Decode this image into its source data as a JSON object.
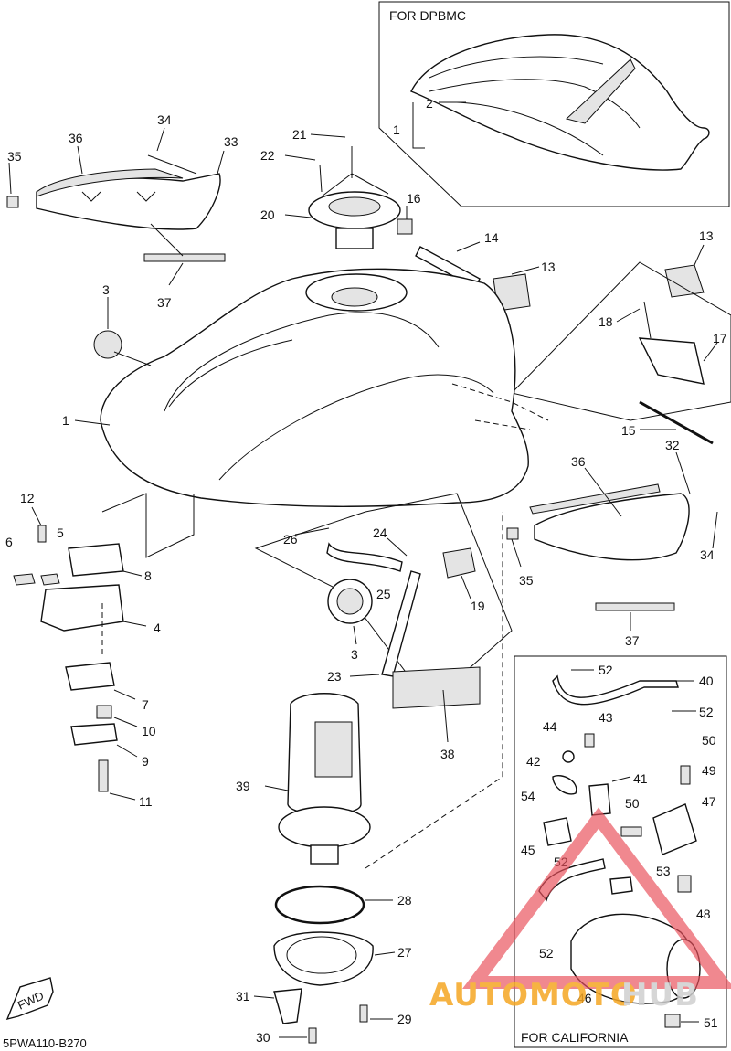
{
  "boxes": {
    "dpbmc_title": "FOR DPBMC",
    "california_title": "FOR CALIFORNIA"
  },
  "diagram_code": "5PWA110-B270",
  "fwd_label": "FWD",
  "watermark": {
    "text_a": "AUTOMOTO",
    "text_b": "HUB",
    "color_a": "#f5a623",
    "color_b": "#cfcfcf",
    "logo_color": "#e8505b"
  },
  "labels": {
    "p1a": "1",
    "p2": "2",
    "p1b": "1",
    "p3a": "3",
    "p3b": "3",
    "p4": "4",
    "p5": "5",
    "p6": "6",
    "p7": "7",
    "p8": "8",
    "p9": "9",
    "p10": "10",
    "p11": "11",
    "p12": "12",
    "p13a": "13",
    "p13b": "13",
    "p14": "14",
    "p15": "15",
    "p16": "16",
    "p17": "17",
    "p18": "18",
    "p19": "19",
    "p20": "20",
    "p21": "21",
    "p22": "22",
    "p23": "23",
    "p24": "24",
    "p25": "25",
    "p26": "26",
    "p27": "27",
    "p28": "28",
    "p29": "29",
    "p30": "30",
    "p31": "31",
    "p32": "32",
    "p33": "33",
    "p34a": "34",
    "p34b": "34",
    "p35a": "35",
    "p35b": "35",
    "p36a": "36",
    "p36b": "36",
    "p37a": "37",
    "p37b": "37",
    "p38": "38",
    "p39": "39",
    "p40": "40",
    "p41": "41",
    "p42": "42",
    "p43": "43",
    "p44": "44",
    "p45": "45",
    "p46": "46",
    "p47": "47",
    "p48": "48",
    "p49": "49",
    "p50a": "50",
    "p50b": "50",
    "p51": "51",
    "p52a": "52",
    "p52b": "52",
    "p52c": "52",
    "p52d": "52",
    "p53": "53",
    "p54": "54"
  }
}
